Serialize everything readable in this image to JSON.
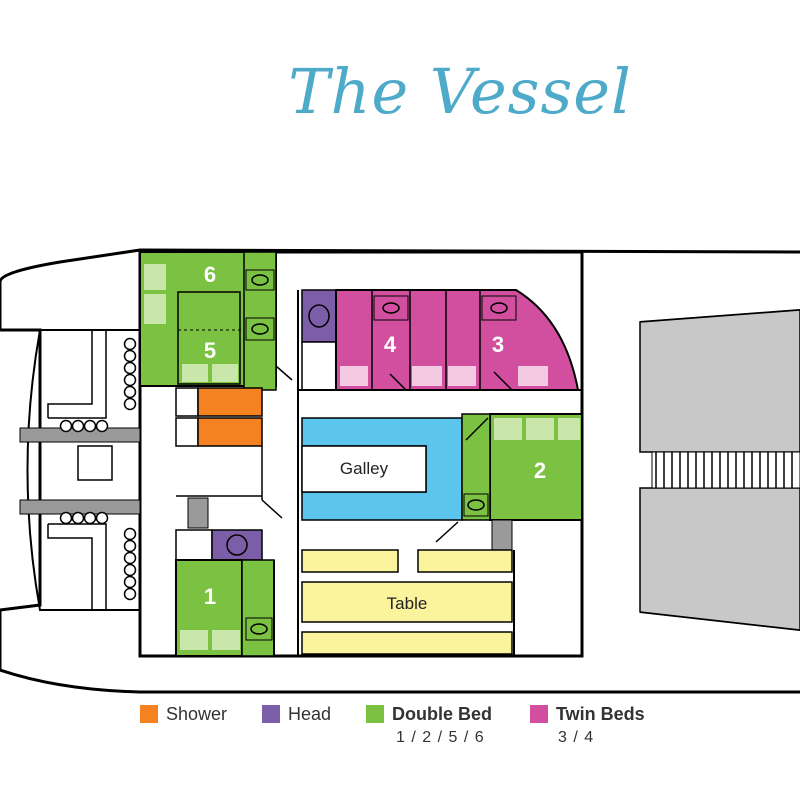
{
  "title": "The Vessel",
  "colors": {
    "shower": "#f58220",
    "head": "#7b5ea7",
    "double_bed": "#7cc242",
    "twin_beds": "#d24fa0",
    "galley": "#5bc5ee",
    "table": "#fbf49c",
    "hull": "#000000",
    "tramp": "#c8c8c8"
  },
  "cabins": [
    {
      "number": "1"
    },
    {
      "number": "2"
    },
    {
      "number": "3"
    },
    {
      "number": "4"
    },
    {
      "number": "5"
    },
    {
      "number": "6"
    }
  ],
  "labels": {
    "galley": "Galley",
    "table": "Table"
  },
  "legend": [
    {
      "label": "Shower",
      "sub": ""
    },
    {
      "label": "Head",
      "sub": ""
    },
    {
      "label": "Double Bed",
      "sub": "1 / 2 / 5 / 6"
    },
    {
      "label": "Twin Beds",
      "sub": "3 / 4"
    }
  ]
}
